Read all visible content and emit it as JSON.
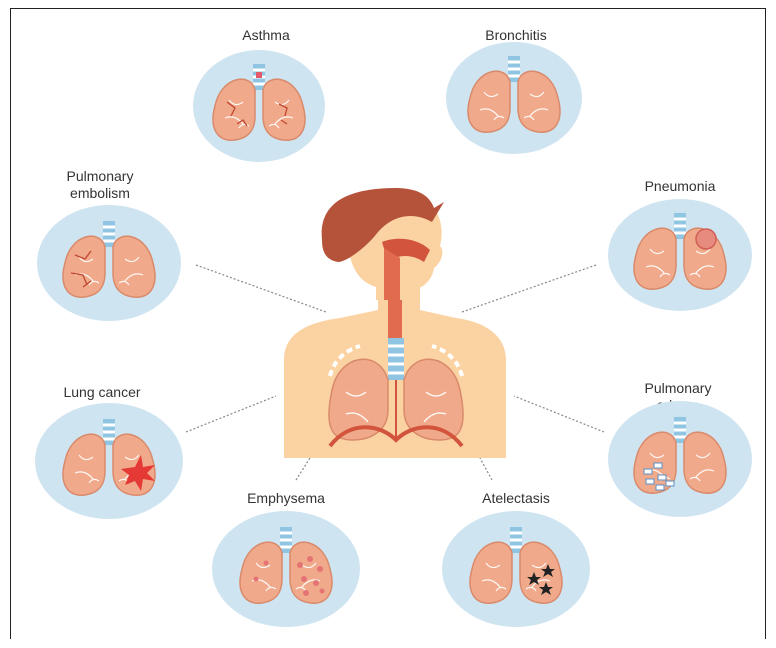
{
  "diseases": {
    "asthma": "Asthma",
    "bronchitis": "Bronchitis",
    "pulmonary_embolism": [
      "Pulmonary",
      "embolism"
    ],
    "pneumonia": "Pneumonia",
    "lung_cancer": "Lung cancer",
    "pulmonary_edema": [
      "Pulmonary",
      "edema"
    ],
    "emphysema": "Emphysema",
    "atelectasis": "Atelectasis"
  },
  "colors": {
    "circle": "#cfe4f1",
    "lung": "#f0a98a",
    "lung_dark": "#d98a6b",
    "skin": "#fbd3a3",
    "hair": "#b5533a",
    "trachea": "#8fc4e3",
    "vessel": "#d2543c"
  }
}
